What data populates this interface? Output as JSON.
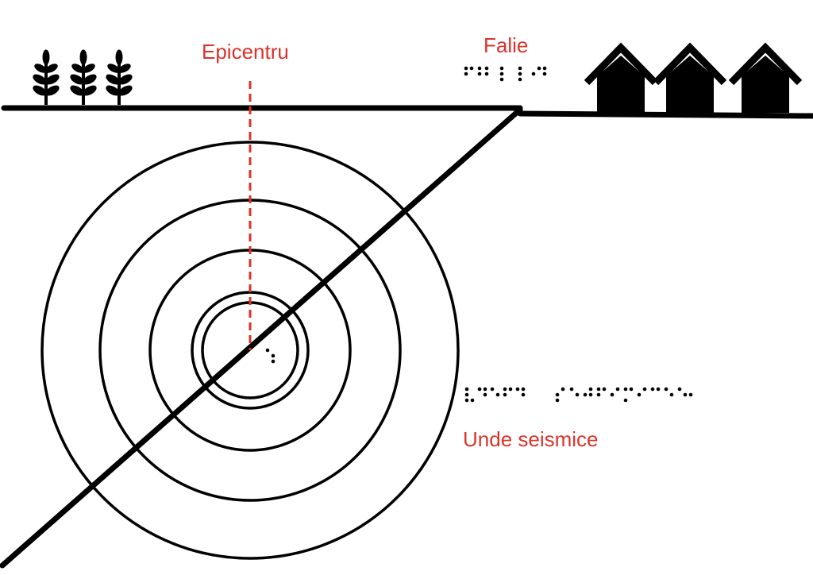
{
  "labels": {
    "epicenter": "Epicentru",
    "fault": "Falie",
    "seismic_waves": "Unde seismice"
  },
  "braille": {
    "fault": "⠋⠁⠇⠊⠑",
    "hypocenter": "⠓",
    "seismic_waves": "⠥⠝⠙⠑ ⠎⠑⠊⠎⠍⠊⠉⠑"
  },
  "colors": {
    "label": "#d9342b",
    "ink": "#000000",
    "background": "#ffffff"
  },
  "icons": {
    "trees": "tree-icon",
    "houses": "house-icon"
  }
}
